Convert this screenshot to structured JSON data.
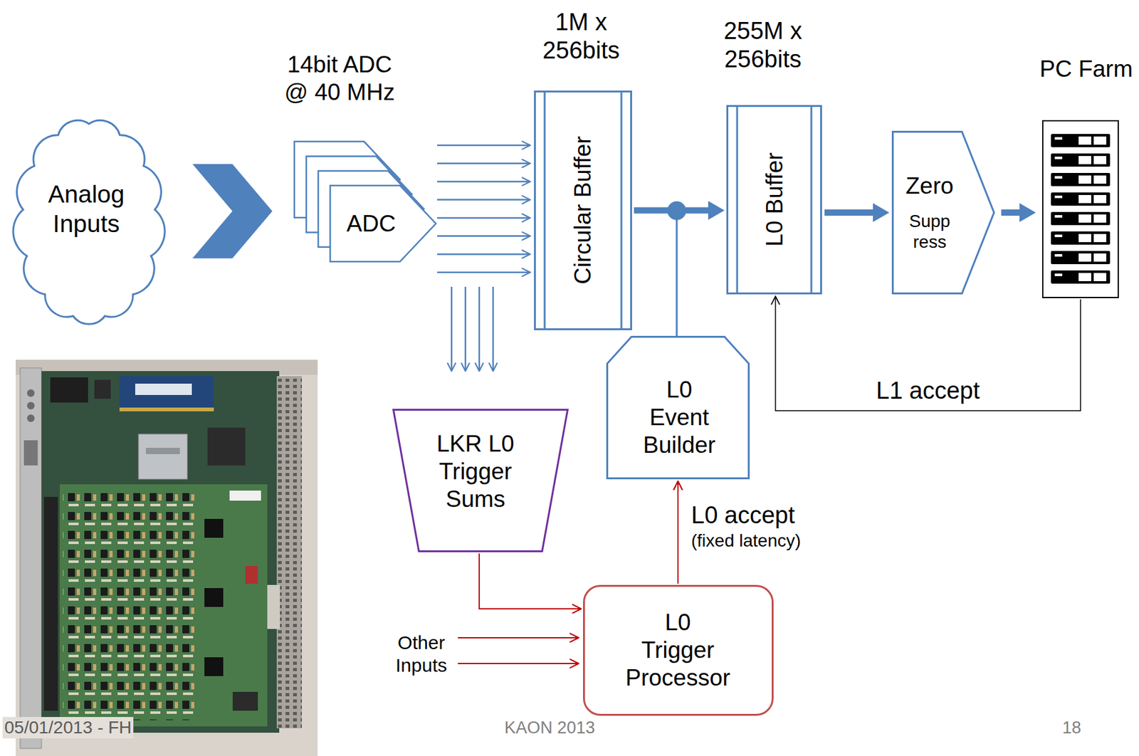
{
  "diagram": {
    "nodes": [
      {
        "text": [
          "Analog Inputs"
        ]
      },
      {
        "text": [
          "14bit ADC @ 40 MHz",
          "ADC"
        ]
      },
      {
        "text": [
          "1M x 256bits",
          "Circular Buffer"
        ]
      },
      {
        "text": [
          "255M x 256bits",
          "L0 Buffer"
        ]
      },
      {
        "text": [
          "Zero",
          "Supp ress"
        ]
      },
      {
        "text": [
          "PC Farm"
        ]
      },
      {
        "text": [
          "LKR L0 Trigger Sums"
        ]
      },
      {
        "text": [
          "L0 Event Builder"
        ]
      },
      {
        "text": [
          "L0 Trigger Processor"
        ]
      }
    ],
    "edges": [
      {
        "from": 0,
        "to": 1,
        "arrow": "to"
      },
      {
        "from": 1,
        "to": 2,
        "arrow": "to"
      },
      {
        "from": 1,
        "to": 6,
        "arrow": "to"
      },
      {
        "from": 2,
        "to": 3,
        "arrow": "to"
      },
      {
        "from": 3,
        "to": 4,
        "arrow": "to"
      },
      {
        "from": 4,
        "to": 5,
        "arrow": "to"
      },
      {
        "from": 5,
        "to": 3,
        "label": "L1 accept",
        "arrow": "to"
      },
      {
        "from": 6,
        "to": 8,
        "arrow": "to"
      },
      {
        "from": 8,
        "to": 7,
        "label": "L0 accept (fixed latency)",
        "arrow": "to"
      }
    ],
    "labels": [
      "Other Inputs",
      "05/01/2013 - FH",
      "KAON 2013",
      "18"
    ]
  }
}
